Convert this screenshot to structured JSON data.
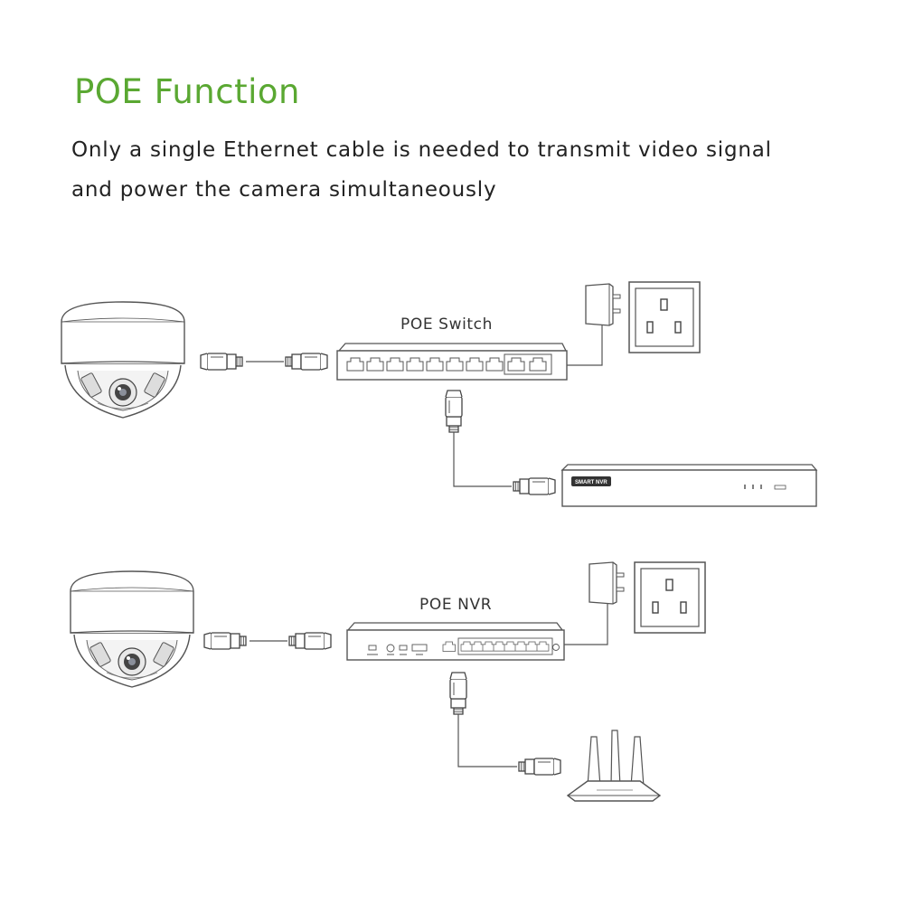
{
  "header": {
    "title": "POE Function",
    "subtitle_line1": "Only a single Ethernet cable is needed to transmit video signal",
    "subtitle_line2": "and power the camera simultaneously"
  },
  "colors": {
    "title": "#5aa832",
    "line": "#555555"
  },
  "diagram_top": {
    "switch_label": "POE Switch",
    "nvr_badge": "SMART NVR",
    "icons": [
      "dome-camera-icon",
      "rj45-plug-icon",
      "poe-switch-icon",
      "power-adapter-icon",
      "wall-socket-icon",
      "nvr-recorder-icon"
    ]
  },
  "diagram_bottom": {
    "nvr_label": "POE NVR",
    "icons": [
      "dome-camera-icon",
      "rj45-plug-icon",
      "poe-nvr-icon",
      "power-adapter-icon",
      "wall-socket-icon",
      "wifi-router-icon"
    ]
  }
}
